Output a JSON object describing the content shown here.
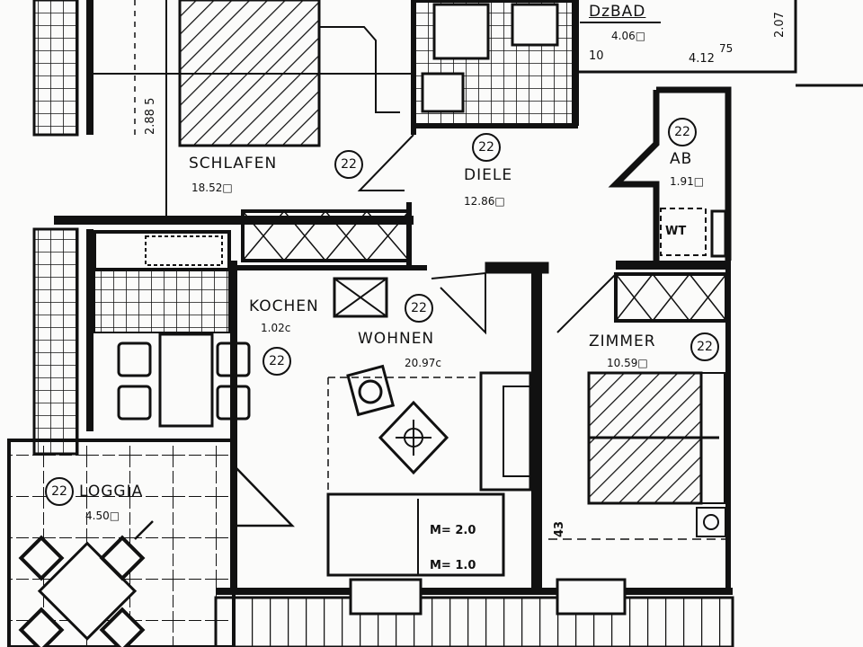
{
  "rooms": {
    "schlafen": {
      "name": "SCHLAFEN",
      "area": "18.52□",
      "code": "22"
    },
    "diele": {
      "name": "DIELE",
      "area": "12.86□",
      "code": "22"
    },
    "ab": {
      "name": "AB",
      "area": "1.91□",
      "code": "22",
      "fixture": "WT"
    },
    "dzbad": {
      "name": "DzBAD",
      "area": "4.06□"
    },
    "kochen": {
      "name": "KOCHEN",
      "area": "1.02c",
      "code": "22"
    },
    "wohnen": {
      "name": "WOHNEN",
      "area": "20.97c",
      "code": "22"
    },
    "zimmer": {
      "name": "ZIMMER",
      "area": "10.59□",
      "code": "22"
    },
    "loggia": {
      "name": "LOGGIA",
      "area": "4.50□",
      "code": "22"
    }
  },
  "dimensions": {
    "schlafen_height": "2.88 5",
    "bad_ten": "10",
    "bad_width": "4.12",
    "bad_width_sup": "75",
    "right_height": "2.07",
    "m2": "M= 2.0",
    "m1": "M= 1.0",
    "zimmer_note": "43"
  },
  "colors": {
    "ink": "#111111",
    "paper": "#fbfbfa"
  }
}
